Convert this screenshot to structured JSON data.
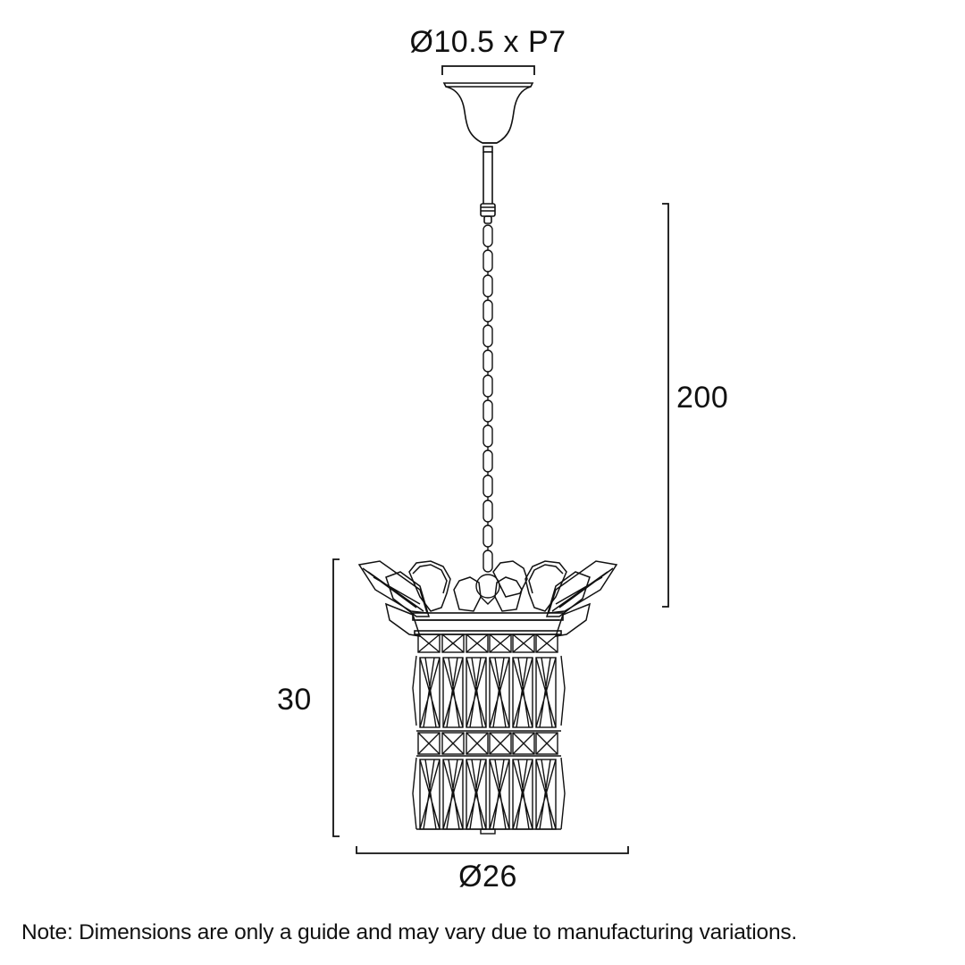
{
  "diagram": {
    "subject": "Crystal pendant light with chain suspension",
    "dimensions": {
      "canopy": "Ø10.5 x P7",
      "drop_height": "200",
      "body_height": "30",
      "body_diameter": "Ø26"
    },
    "note": "Note: Dimensions are only a guide and may vary due to manufacturing variations.",
    "colors": {
      "line": "#111111",
      "background": "#ffffff"
    }
  }
}
